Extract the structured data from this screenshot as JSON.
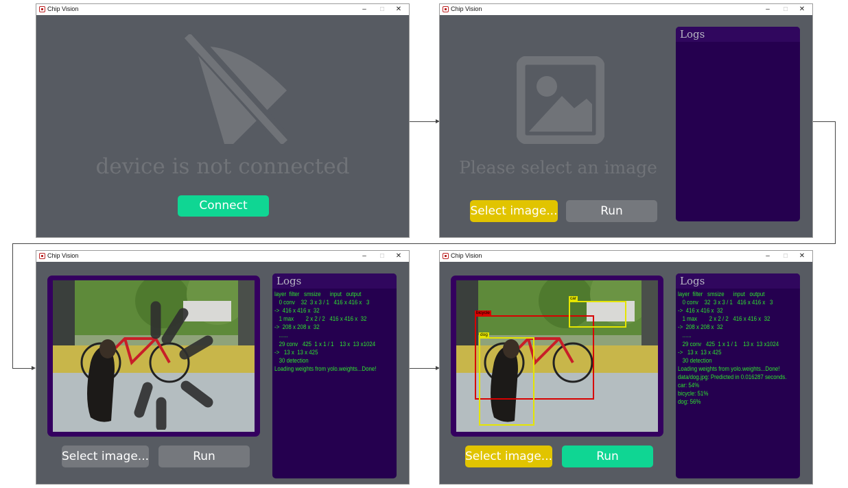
{
  "app": {
    "title": "Chip Vision",
    "minimize_glyph": "–",
    "maximize_glyph": "☐",
    "close_glyph": "✕",
    "icon": "chip-icon"
  },
  "screen1": {
    "message": "device is not connected",
    "connect_label": "Connect",
    "icon": "wifi-off-icon"
  },
  "screen2": {
    "message": "Please select an image",
    "select_label": "Select image...",
    "run_label": "Run",
    "logs_title": "Logs",
    "icon": "image-placeholder-icon"
  },
  "screen3": {
    "select_label": "Select image...",
    "run_label": "Run",
    "logs_title": "Logs",
    "icon": "loading-spinner-icon"
  },
  "screen4": {
    "select_label": "Select image...",
    "run_label": "Run",
    "logs_title": "Logs",
    "detections": [
      {
        "label": "bicycle"
      },
      {
        "label": "car"
      },
      {
        "label": "dog"
      }
    ]
  },
  "logs_common": [
    "layer  filter   smsize      input   output",
    "   0 conv    32  3 x 3 / 1   416 x 416 x   3",
    "->  416 x 416 x  32",
    "   1 max        2 x 2 / 2   416 x 416 x  32",
    "->  208 x 208 x  32",
    "   ......",
    "   29 conv   425  1 x 1 / 1    13 x  13 x1024",
    "->   13 x  13 x 425",
    "   30 detection",
    "Loading weights from yolo.weights...Done!"
  ],
  "logs_result": [
    "data/dog.jpg: Predicted in 0.016287 seconds.",
    "car: 54%",
    "bicycle: 51%",
    "dog: 56%"
  ],
  "colors": {
    "window_bg": "#575b62",
    "green": "#0fd693",
    "yellow": "#e1c400",
    "gray_button": "#75787d",
    "logs_bg": "#25004f",
    "log_text": "#2fe42f",
    "detection_red": "#d80000",
    "detection_yellow": "#e5e500"
  }
}
